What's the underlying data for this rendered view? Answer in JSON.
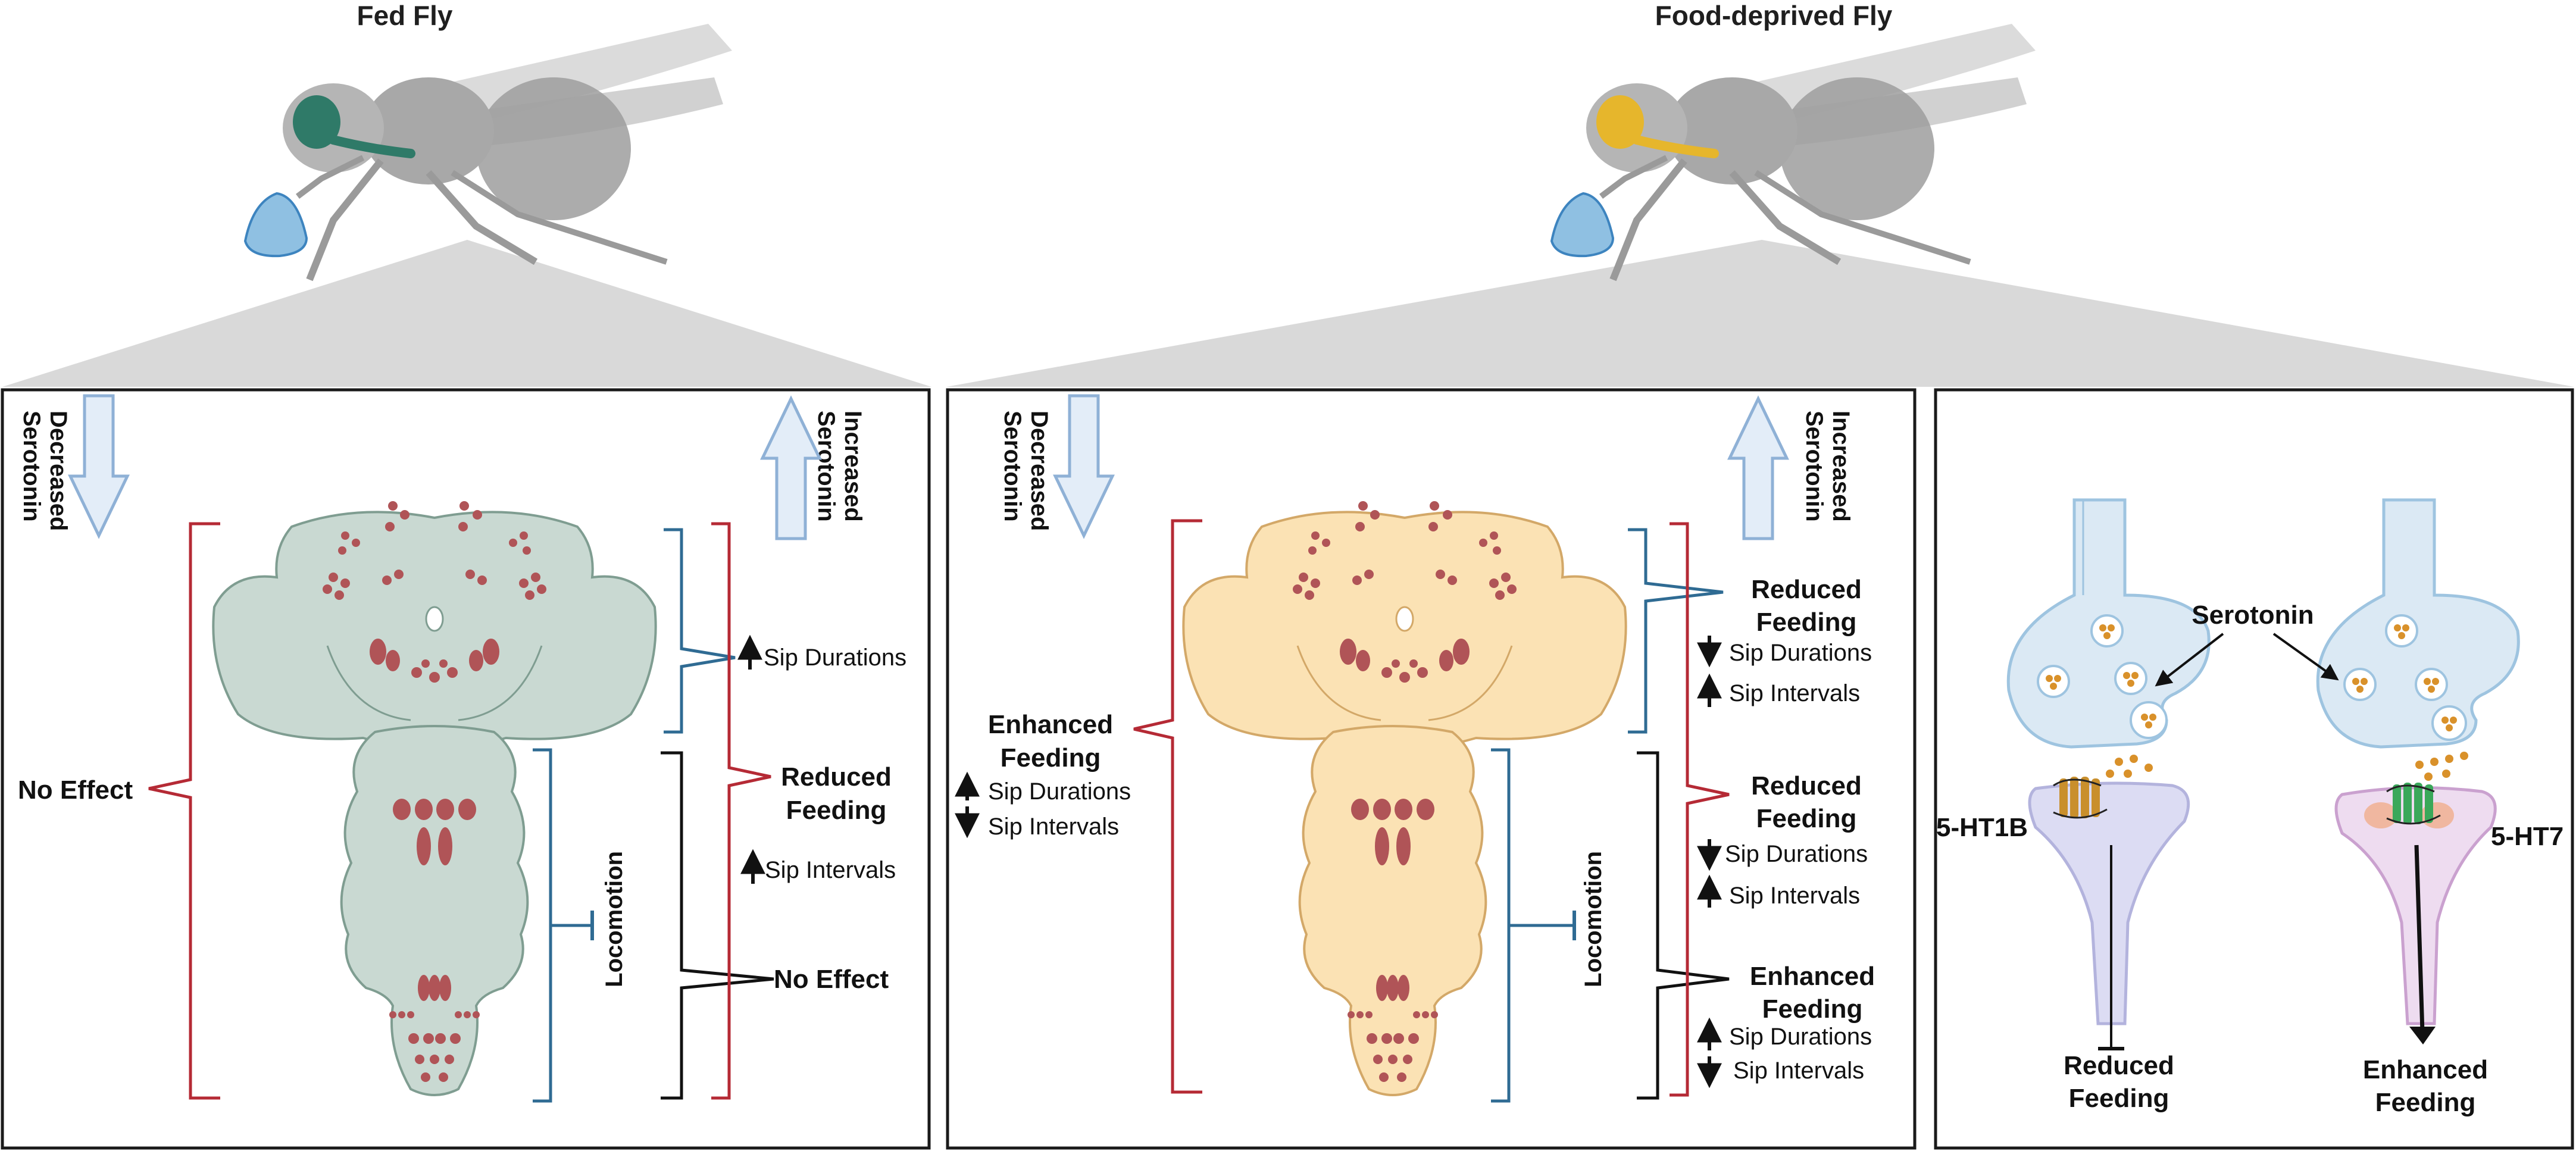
{
  "colors": {
    "fed_brain": "#c9d9d2",
    "fed_brain_stroke": "#7f9d91",
    "fed_head": "#2f7a68",
    "deprived_brain": "#fbe2b4",
    "deprived_brain_stroke": "#d3a868",
    "deprived_head": "#e6b62c",
    "neuron_dots": "#b05457",
    "neuron_dots_light": "#e68a86",
    "red_bracket": "#b52a35",
    "blue_bracket": "#2f6b93",
    "black_bracket": "#111111",
    "serotonin_arrow_fill": "#e3edf8",
    "serotonin_arrow_stroke": "#8fb1d6",
    "vesicle": "#d9912a",
    "synapse_pre": "#dbe9f4",
    "synapse_post_1b": "#dcdcf3",
    "synapse_post_7": "#eedcf0",
    "receptor_1b": "#c98f2c",
    "receptor_7": "#3aa85a"
  },
  "icons": {
    "fly": "fly-icon",
    "sugar_drop": "sugar-drop-icon",
    "arrow_up": "arrow-up-icon",
    "arrow_down": "arrow-down-icon",
    "arrow_updown": "arrow-updown-icon",
    "synapse": "synapse-icon",
    "receptor": "receptor-icon"
  },
  "fed": {
    "title": "Fed Fly",
    "decreased": [
      "Decreased",
      "Serotonin"
    ],
    "increased": [
      "Increased",
      "Serotonin"
    ],
    "no_effect_left": "No Effect",
    "sip_durations": "Sip Durations",
    "reduced_feeding": [
      "Reduced",
      "Feeding"
    ],
    "sip_intervals": "Sip Intervals",
    "no_effect_right": "No Effect",
    "locomotion": "Locomotion"
  },
  "deprived": {
    "title": "Food-deprived Fly",
    "decreased": [
      "Decreased",
      "Serotonin"
    ],
    "increased": [
      "Increased",
      "Serotonin"
    ],
    "enhanced_left": [
      "Enhanced",
      "Feeding"
    ],
    "left_sip_durations": "Sip Durations",
    "left_sip_intervals": "Sip Intervals",
    "reduced_1": [
      "Reduced",
      "Feeding"
    ],
    "r1_sip_durations": "Sip Durations",
    "r1_sip_intervals": "Sip Intervals",
    "reduced_2": [
      "Reduced",
      "Feeding"
    ],
    "r2_sip_durations": "Sip Durations",
    "r2_sip_intervals": "Sip Intervals",
    "enhanced_right": [
      "Enhanced",
      "Feeding"
    ],
    "r3_sip_durations": "Sip Durations",
    "r3_sip_intervals": "Sip Intervals",
    "locomotion": "Locomotion"
  },
  "synapse": {
    "serotonin": "Serotonin",
    "receptor_left": "5-HT1B",
    "receptor_right": "5-HT7",
    "outcome_left": [
      "Reduced",
      "Feeding"
    ],
    "outcome_right": [
      "Enhanced",
      "Feeding"
    ]
  }
}
